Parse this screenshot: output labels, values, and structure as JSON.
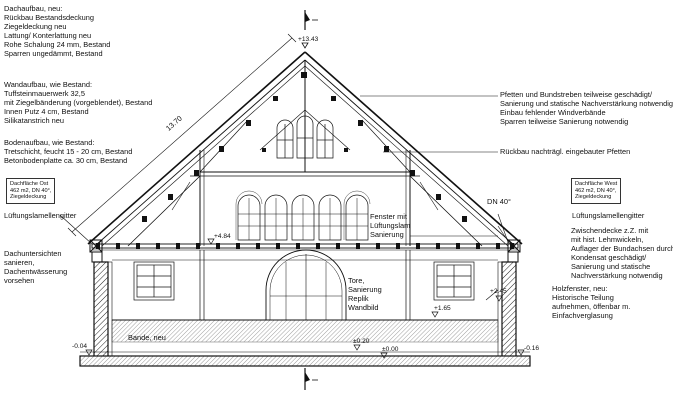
{
  "notes": {
    "dachaufbau": [
      "Dachaufbau, neu:",
      "Rückbau Bestandsdeckung",
      "Ziegeldeckung neu",
      "Lattung/ Konterlattung neu",
      "Rohe Schalung 24 mm, Bestand",
      "Sparren ungedämmt, Bestand"
    ],
    "wandaufbau": [
      "Wandaufbau, wie Bestand:",
      "Tuffsteinmauerwerk 32,5",
      "mit Ziegelbänderung (vorgeblendet), Bestand",
      "Innen Putz 4 cm, Bestand",
      "Silikatanstrich neu"
    ],
    "bodenaufbau": [
      "Bodenaufbau, wie Bestand:",
      "Tretschicht, feucht 15 - 20 cm, Bestand",
      "Betonbodenplatte ca. 30 cm, Bestand"
    ],
    "dachflaeche_ost": [
      "Dachfläche Ost",
      "462 m2, DN 40°,",
      "Ziegeldeckung"
    ],
    "dachflaeche_west": [
      "Dachfläche West",
      "462 m2, DN 40°,",
      "Ziegeldeckung"
    ],
    "lueftung_left": "Lüftungslamellengitter",
    "lueftung_right": "Lüftungslamellengitter",
    "dachuntersichten": [
      "Dachuntersichten",
      "sanieren,",
      "Dachentwässerung",
      "vorsehen"
    ],
    "pfetten": [
      "Pfetten und Bundstreben teilweise geschädigt/",
      "Sanierung und statische Nachverstärkung notwendig,",
      "Einbau fehlender Windverbände",
      "Sparren teilweise Sanierung notwendig"
    ],
    "rueckbau": "Rückbau nachträgl. eingebauter Pfetten",
    "dn": "DN 40°",
    "fenster": [
      "Fenster mit",
      "Lüftungslam",
      "Sanierung"
    ],
    "zwischendecke": [
      "Zwischendecke z.Z. mit",
      "mit hist. Lehmwickeln,",
      "Auflager der Bundachsen durch",
      "Kondensat geschädigt/",
      "Sanierung und statische",
      "Nachverstärkung notwendig"
    ],
    "tore": [
      "Tore,",
      "Sanierung",
      "Replik",
      "Wandbild"
    ],
    "holzfenster": [
      "Holzfenster, neu:",
      "Historische Teilung",
      "aufnehmen, öffenbar m.",
      "Einfachverglasung"
    ],
    "bande": "Bande, neu",
    "dimension": "13.70"
  },
  "levels": {
    "ridge": "+13.43",
    "mid": "+4.84",
    "right_upper": "+2.45",
    "right_inner": "+1.65",
    "floor_mid": "±0.20",
    "floor_zero": "±0.00",
    "left_outer": "-0.04",
    "right_outer": "-0.16"
  }
}
